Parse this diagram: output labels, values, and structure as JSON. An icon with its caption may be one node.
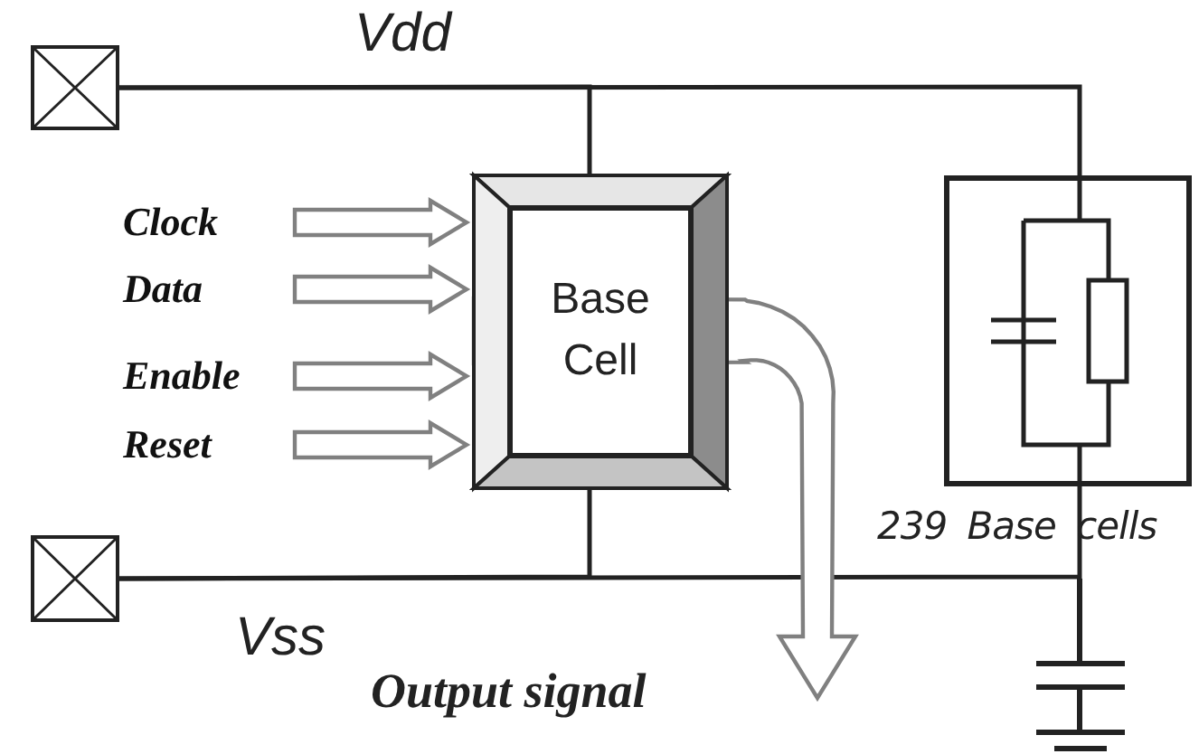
{
  "diagram": {
    "nodes": [
      {
        "text": [],
        "shape": "box"
      },
      {
        "text": [],
        "shape": "box"
      },
      {
        "text": [
          "Clock"
        ]
      },
      {
        "text": [
          "Data"
        ]
      },
      {
        "text": [
          "Enable"
        ]
      },
      {
        "text": [
          "Reset"
        ]
      },
      {
        "text": [
          "Base Cell"
        ]
      },
      {
        "text": [
          "239 Base cells"
        ]
      }
    ],
    "edges": [
      {
        "from": 0,
        "to": 6,
        "arrow": "none"
      },
      {
        "from": 0,
        "to": 7,
        "arrow": "none"
      },
      {
        "from": 1,
        "to": 6,
        "arrow": "none"
      },
      {
        "from": 1,
        "to": 7,
        "arrow": "none"
      },
      {
        "from": 2,
        "to": 6,
        "arrow": "to",
        "style": "thick",
        "color": "#808080"
      },
      {
        "from": 3,
        "to": 6,
        "arrow": "to",
        "style": "thick",
        "color": "#808080"
      },
      {
        "from": 4,
        "to": 6,
        "arrow": "to",
        "style": "thick",
        "color": "#808080"
      },
      {
        "from": 5,
        "to": 6,
        "arrow": "to",
        "style": "thick",
        "color": "#808080"
      },
      {
        "from": 6,
        "to": null,
        "arrow": "to",
        "label": "Output signal",
        "style": "thick",
        "color": "#808080"
      }
    ],
    "labels": [
      "Vdd",
      "Vss"
    ]
  }
}
